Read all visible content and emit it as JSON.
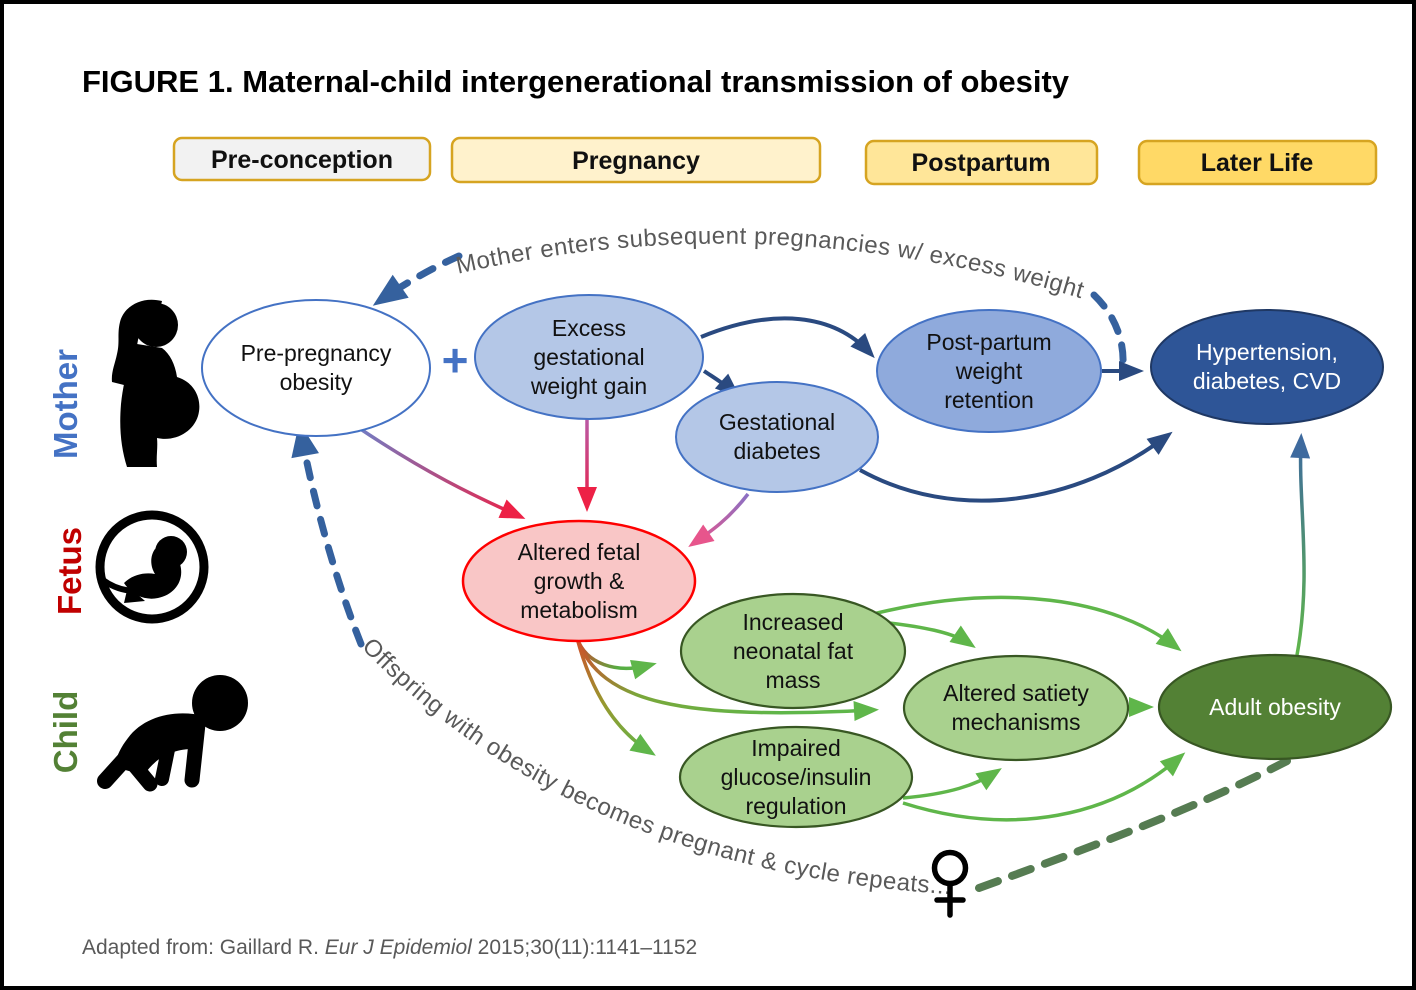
{
  "title": "FIGURE 1. Maternal-child intergenerational transmission of obesity",
  "stages": [
    {
      "label": "Pre-conception",
      "bg": "#f2f2f2"
    },
    {
      "label": "Pregnancy",
      "bg": "#fff2cc"
    },
    {
      "label": "Postpartum",
      "bg": "#ffe699"
    },
    {
      "label": "Later Life",
      "bg": "#ffd966"
    }
  ],
  "row_labels": [
    {
      "label": "Mother",
      "color": "#4472c4",
      "icon": "pregnant-woman-icon"
    },
    {
      "label": "Fetus",
      "color": "#c00000",
      "icon": "fetus-in-womb-icon"
    },
    {
      "label": "Child",
      "color": "#538135",
      "icon": "crawling-baby-icon"
    }
  ],
  "nodes": {
    "plus_sign": "+",
    "pre_pregnancy_obesity": {
      "lines": [
        "Pre-pregnancy",
        "obesity"
      ],
      "fill": "#ffffff"
    },
    "excess_gwg": {
      "lines": [
        "Excess",
        "gestational",
        "weight gain"
      ],
      "fill": "#b4c7e7"
    },
    "gestational_diabetes": {
      "lines": [
        "Gestational",
        "diabetes"
      ],
      "fill": "#b4c7e7"
    },
    "postpartum_retention": {
      "lines": [
        "Post-partum",
        "weight",
        "retention"
      ],
      "fill": "#8faadc"
    },
    "hypertension_cvd": {
      "lines": [
        "Hypertension,",
        "diabetes, CVD"
      ],
      "fill": "#2e5597"
    },
    "altered_fetal": {
      "lines": [
        "Altered fetal",
        "growth &",
        "metabolism"
      ],
      "fill": "#f9c6c6"
    },
    "increased_neonatal": {
      "lines": [
        "Increased",
        "neonatal fat",
        "mass"
      ],
      "fill": "#a9d18e"
    },
    "altered_satiety": {
      "lines": [
        "Altered satiety",
        "mechanisms"
      ],
      "fill": "#a9d18e"
    },
    "impaired_glucose": {
      "lines": [
        "Impaired",
        "glucose/insulin",
        "regulation"
      ],
      "fill": "#a9d18e"
    },
    "adult_obesity": {
      "lines": [
        "Adult obesity"
      ],
      "fill": "#538135"
    }
  },
  "annotations": {
    "top_arc": "Mother enters subsequent pregnancies w/ excess weight",
    "bottom_arc": "Offspring with obesity becomes pregnant & cycle repeats...",
    "female_symbol": "female-gender-icon"
  },
  "citation": {
    "prefix": "Adapted from: Gaillard R. ",
    "journal": "Eur J Epidemiol",
    "suffix": " 2015;30(11):1141–1152"
  },
  "palette": {
    "node_light_blue": "#b4c7e7",
    "node_mid_blue": "#8faadc",
    "node_dark_blue": "#2e5597",
    "node_white": "#ffffff",
    "node_pink": "#f9c6c6",
    "node_light_green": "#a9d18e",
    "node_dark_green": "#538135",
    "stroke_blue": "#4472c4",
    "stroke_red": "#fe0000",
    "stroke_green": "#385723",
    "arrow_navy": "#2a4a80",
    "arrow_green": "#5fb64a",
    "arrow_red": "#ed2146",
    "arrow_pink": "#e7558c",
    "arrow_steel": "#3e6a9e",
    "dash_blue": "#35619e",
    "dash_green": "#567c52",
    "chip_border": "#d6a421",
    "gray_text": "#595959"
  }
}
